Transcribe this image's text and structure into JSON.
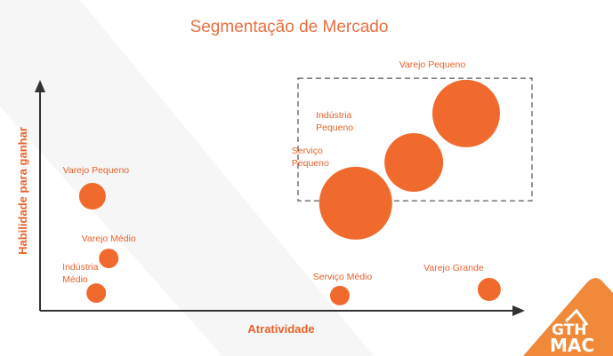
{
  "chart_data": {
    "type": "scatter",
    "title": "Segmentação de Mercado",
    "xlabel": "Atratividade",
    "ylabel": "Habilidade para ganhar",
    "xlim": [
      0,
      100
    ],
    "ylim": [
      0,
      100
    ],
    "grid": false,
    "point_color": "#f06a2e",
    "points": [
      {
        "label": "Varejo Pequeno",
        "x": 10.9,
        "y": 50.6,
        "size": 15
      },
      {
        "label": "Varejo Médio",
        "x": 14.3,
        "y": 23.1,
        "size": 11
      },
      {
        "label": "Indústria Médio",
        "x": 11.7,
        "y": 7.8,
        "size": 11
      },
      {
        "label": "Serviço Médio",
        "x": 62.4,
        "y": 6.7,
        "size": 11
      },
      {
        "label": "Varejo Grande",
        "x": 93.5,
        "y": 9.4,
        "size": 13
      },
      {
        "label": "Serviço Pequeno",
        "x": 65.7,
        "y": 47.5,
        "size": 41
      },
      {
        "label": "Indústria Pequeno",
        "x": 77.8,
        "y": 65.5,
        "size": 33
      },
      {
        "label": "Varejo Pequeno",
        "x": 88.7,
        "y": 87.1,
        "size": 38
      }
    ],
    "highlight_box": {
      "x": [
        53.7,
        102.4
      ],
      "y": [
        48.6,
        102.7
      ],
      "style": "dashed"
    }
  },
  "logo": {
    "line1": "GTH",
    "line2": "MAC",
    "color": "#f08a3a"
  }
}
